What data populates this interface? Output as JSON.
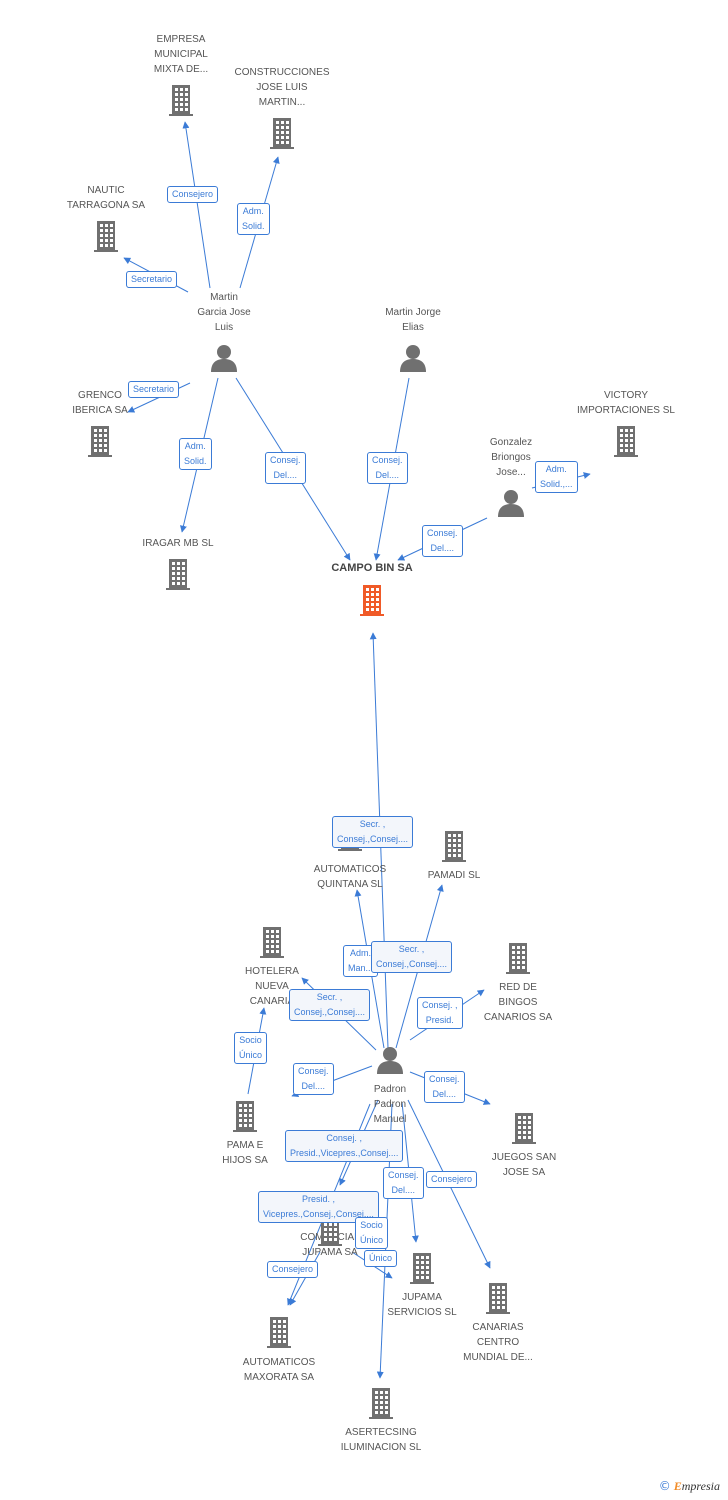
{
  "colors": {
    "edge": "#3b7bd6",
    "company": "#707070",
    "main_company": "#f05a28",
    "person": "#707070"
  },
  "nodes": [
    {
      "id": "emm",
      "type": "company",
      "label": "EMPRESA\nMUNICIPAL\nMIXTA DE..."
    },
    {
      "id": "cjl",
      "type": "company",
      "label": "CONSTRUCCIONES\nJOSE LUIS\nMARTIN..."
    },
    {
      "id": "nautic",
      "type": "company",
      "label": "NAUTIC\nTARRAGONA SA"
    },
    {
      "id": "mgjl",
      "type": "person",
      "label": "Martin\nGarcia Jose\nLuis"
    },
    {
      "id": "mje",
      "type": "person",
      "label": "Martin Jorge\nElias"
    },
    {
      "id": "grenco",
      "type": "company",
      "label": "GRENCO\nIBERICA SA"
    },
    {
      "id": "victory",
      "type": "company",
      "label": "VICTORY\nIMPORTACIONES SL"
    },
    {
      "id": "gbj",
      "type": "person",
      "label": "Gonzalez\nBriongos\nJose..."
    },
    {
      "id": "iragar",
      "type": "company",
      "label": "IRAGAR MB SL"
    },
    {
      "id": "campo",
      "type": "main",
      "label": "CAMPO BIN SA"
    },
    {
      "id": "aq",
      "type": "company",
      "label": "AUTOMATICOS\nQUINTANA SL"
    },
    {
      "id": "pamadi",
      "type": "company",
      "label": "PAMADI SL"
    },
    {
      "id": "hotelera",
      "type": "company",
      "label": "HOTELERA\nNUEVA\nCANARIA"
    },
    {
      "id": "redb",
      "type": "company",
      "label": "RED DE\nBINGOS\nCANARIOS SA"
    },
    {
      "id": "ppm",
      "type": "person",
      "label": "Padron\nPadron\nManuel"
    },
    {
      "id": "pama",
      "type": "company",
      "label": "PAMA E\nHIJOS SA"
    },
    {
      "id": "jsj",
      "type": "company",
      "label": "JUEGOS SAN\nJOSE SA"
    },
    {
      "id": "cjupama",
      "type": "company",
      "label": "COMERCIAL\nJUPAMA SA"
    },
    {
      "id": "jserv",
      "type": "company",
      "label": "JUPAMA\nSERVICIOS SL"
    },
    {
      "id": "canarias",
      "type": "company",
      "label": "CANARIAS\nCENTRO\nMUNDIAL DE..."
    },
    {
      "id": "amax",
      "type": "company",
      "label": "AUTOMATICOS\nMAXORATA SA"
    },
    {
      "id": "asert",
      "type": "company",
      "label": "ASERTECSING\nILUMINACION SL"
    }
  ],
  "edges": [
    {
      "from": "mgjl",
      "to": "emm",
      "label": "Consejero"
    },
    {
      "from": "mgjl",
      "to": "cjl",
      "label": "Adm.\nSolid."
    },
    {
      "from": "mgjl",
      "to": "nautic",
      "label": "Secretario"
    },
    {
      "from": "mgjl",
      "to": "grenco",
      "label": "Secretario"
    },
    {
      "from": "mgjl",
      "to": "iragar",
      "label": "Adm.\nSolid."
    },
    {
      "from": "mgjl",
      "to": "campo",
      "label": "Consej.\nDel...."
    },
    {
      "from": "mje",
      "to": "campo",
      "label": "Consej.\nDel...."
    },
    {
      "from": "gbj",
      "to": "victory",
      "label": "Adm.\nSolid.,..."
    },
    {
      "from": "gbj",
      "to": "campo",
      "label": "Consej.\nDel...."
    },
    {
      "from": "ppm",
      "to": "campo",
      "label": "Secr. ,\nConsej.,Consej...."
    },
    {
      "from": "ppm",
      "to": "aq",
      "label": "Adm.\nMan..."
    },
    {
      "from": "ppm",
      "to": "pamadi",
      "label": "Secr. ,\nConsej.,Consej...."
    },
    {
      "from": "ppm",
      "to": "hotelera",
      "label": "Secr. ,\nConsej.,Consej...."
    },
    {
      "from": "ppm",
      "to": "redb",
      "label": "Consej. ,\nPresid."
    },
    {
      "from": "ppm",
      "to": "pama",
      "label": "Consej.\nDel...."
    },
    {
      "from": "pama",
      "to": "hotelera",
      "label": "Socio\nÚnico"
    },
    {
      "from": "ppm",
      "to": "jsj",
      "label": "Consej.\nDel...."
    },
    {
      "from": "ppm",
      "to": "cjupama",
      "label": "Consej. ,\nPresid.,Vicepres.,Consej...."
    },
    {
      "from": "ppm",
      "to": "jserv",
      "label": "Consej.\nDel...."
    },
    {
      "from": "ppm",
      "to": "canarias",
      "label": "Consejero"
    },
    {
      "from": "ppm",
      "to": "amax",
      "label": "Presid. ,\nVicepres.,Consej.,Consej...."
    },
    {
      "from": "ppm",
      "to": "asert",
      "label": "Socio\nÚnico"
    },
    {
      "from": "cjupama",
      "to": "amax",
      "label": "Consejero"
    },
    {
      "from": "cjupama",
      "to": "asert",
      "label": "Único"
    }
  ],
  "brand": {
    "copyright": "©",
    "name_initial": "E",
    "name_rest": "mpresia"
  }
}
